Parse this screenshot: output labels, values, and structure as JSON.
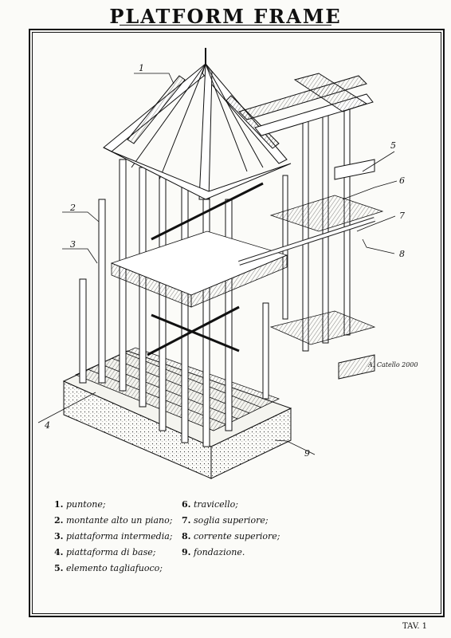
{
  "title": "PLATFORM FRAME",
  "callouts": [
    "1",
    "2",
    "3",
    "4",
    "5",
    "6",
    "7",
    "8",
    "9"
  ],
  "legend": [
    {
      "num": "1.",
      "text": "puntone;"
    },
    {
      "num": "2.",
      "text": "montante alto un piano;"
    },
    {
      "num": "3.",
      "text": "piattaforma intermedia;"
    },
    {
      "num": "4.",
      "text": "piattaforma di base;"
    },
    {
      "num": "5.",
      "text": "elemento tagliafuoco;"
    },
    {
      "num": "6.",
      "text": "travicello;"
    },
    {
      "num": "7.",
      "text": "soglia superiore;"
    },
    {
      "num": "8.",
      "text": "corrente superiore;"
    },
    {
      "num": "9.",
      "text": "fondazione."
    }
  ],
  "signature": "A. Catello 2000",
  "sheet_label": "TAV. 1"
}
